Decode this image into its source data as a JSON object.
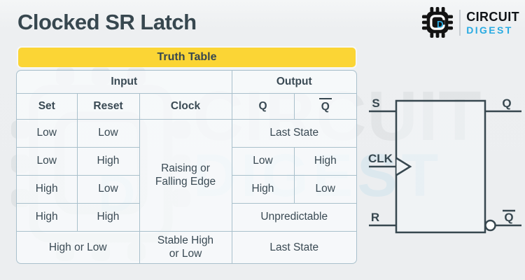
{
  "page": {
    "title": "Clocked SR Latch"
  },
  "logo": {
    "brand_top": "CIRCUIT",
    "brand_bottom": "DIGEST",
    "chip_letter": "D"
  },
  "banner": {
    "label": "Truth Table"
  },
  "truth_table": {
    "group_headers": [
      {
        "text": "Input",
        "colspan": 3
      },
      {
        "text": "Output",
        "colspan": 2
      }
    ],
    "column_headers": [
      {
        "text": "Set"
      },
      {
        "text": "Reset"
      },
      {
        "text": "Clock"
      },
      {
        "text": "Q"
      },
      {
        "text": "Q",
        "overline": true
      }
    ],
    "rows": [
      [
        {
          "text": "Low"
        },
        {
          "text": "Low"
        },
        {
          "text": "Raising or\nFalling Edge",
          "rowspan": 4
        },
        {
          "text": "Last State",
          "colspan": 2
        }
      ],
      [
        {
          "text": "Low"
        },
        {
          "text": "High"
        },
        {
          "text": "Low"
        },
        {
          "text": "High"
        }
      ],
      [
        {
          "text": "High"
        },
        {
          "text": "Low"
        },
        {
          "text": "High"
        },
        {
          "text": "Low"
        }
      ],
      [
        {
          "text": "High"
        },
        {
          "text": "High"
        },
        {
          "text": "Unpredictable",
          "colspan": 2
        }
      ],
      [
        {
          "text": "High or Low",
          "colspan": 2
        },
        {
          "text": "Stable High\nor Low"
        },
        {
          "text": "Last State",
          "colspan": 2
        }
      ]
    ]
  },
  "circuit": {
    "input_s": "S",
    "input_clk": "CLK",
    "input_r": "R",
    "output_q": "Q",
    "output_qbar": "Q"
  },
  "watermark": {
    "line1": "CIRCUIT",
    "line2": "DIGEST",
    "chip_letter": "D"
  },
  "colors": {
    "ink": "#37474F",
    "accent_yellow": "#FBD535",
    "brand_cyan": "#29ABE2",
    "table_border": "#A9C0CC",
    "background": "#ECEEF0"
  }
}
